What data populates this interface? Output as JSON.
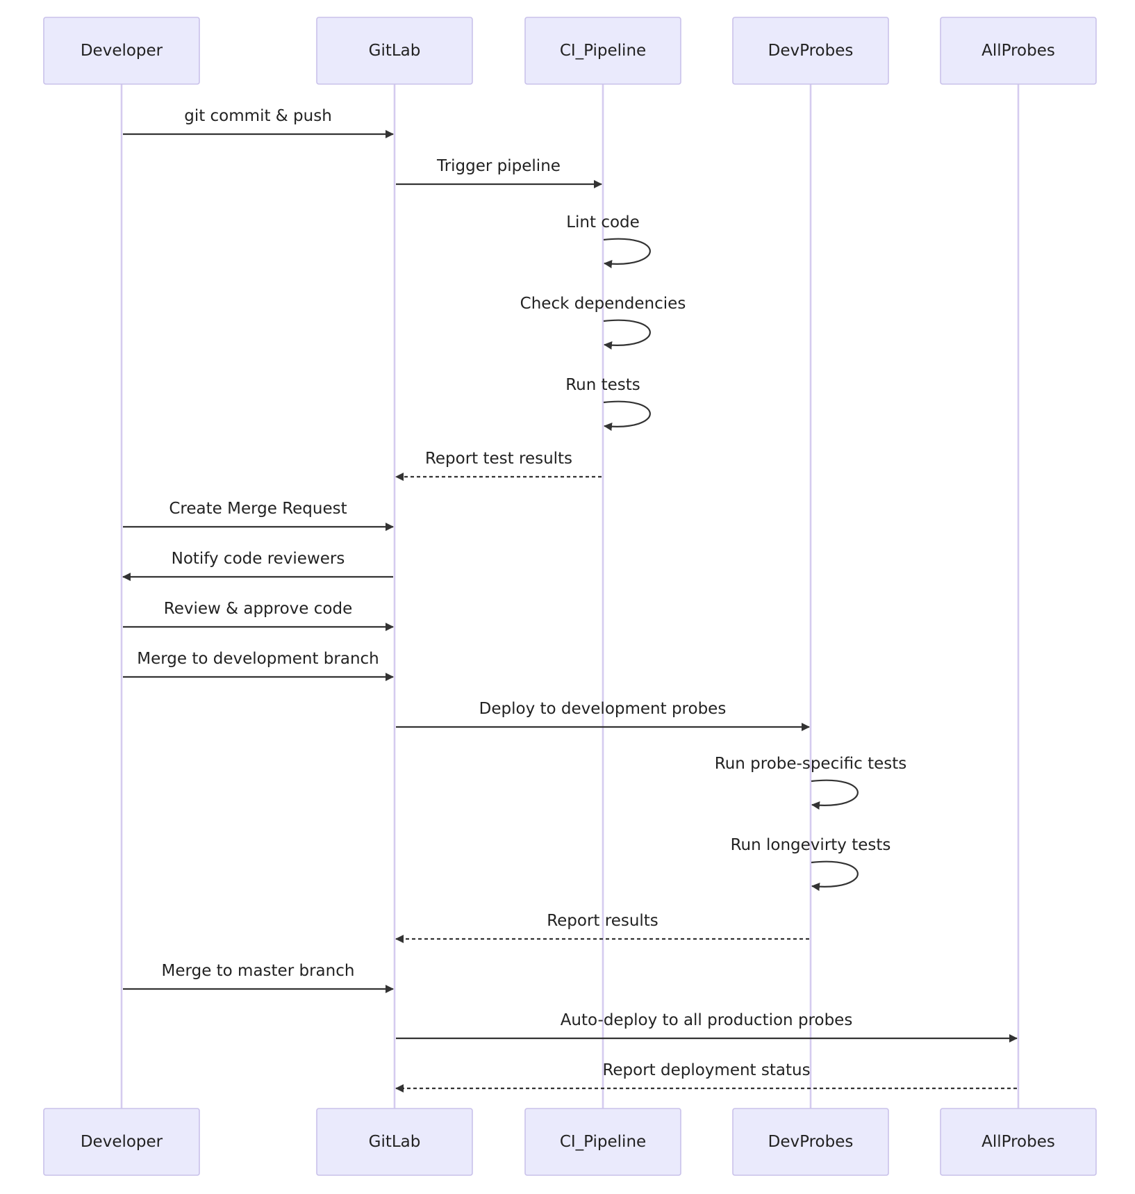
{
  "actors": [
    {
      "id": "Developer",
      "label": "Developer"
    },
    {
      "id": "GitLab",
      "label": "GitLab"
    },
    {
      "id": "CI_Pipeline",
      "label": "CI_Pipeline"
    },
    {
      "id": "DevProbes",
      "label": "DevProbes"
    },
    {
      "id": "AllProbes",
      "label": "AllProbes"
    }
  ],
  "messages": [
    {
      "from": "Developer",
      "to": "GitLab",
      "text": "git commit & push",
      "style": "solid"
    },
    {
      "from": "GitLab",
      "to": "CI_Pipeline",
      "text": "Trigger pipeline",
      "style": "solid"
    },
    {
      "from": "CI_Pipeline",
      "to": "CI_Pipeline",
      "text": "Lint code",
      "style": "solid"
    },
    {
      "from": "CI_Pipeline",
      "to": "CI_Pipeline",
      "text": "Check dependencies",
      "style": "solid"
    },
    {
      "from": "CI_Pipeline",
      "to": "CI_Pipeline",
      "text": "Run tests",
      "style": "solid"
    },
    {
      "from": "CI_Pipeline",
      "to": "GitLab",
      "text": "Report test results",
      "style": "dashed"
    },
    {
      "from": "Developer",
      "to": "GitLab",
      "text": "Create Merge Request",
      "style": "solid"
    },
    {
      "from": "GitLab",
      "to": "Developer",
      "text": "Notify code reviewers",
      "style": "solid"
    },
    {
      "from": "Developer",
      "to": "GitLab",
      "text": "Review & approve code",
      "style": "solid"
    },
    {
      "from": "Developer",
      "to": "GitLab",
      "text": "Merge to development branch",
      "style": "solid"
    },
    {
      "from": "GitLab",
      "to": "DevProbes",
      "text": "Deploy to development probes",
      "style": "solid"
    },
    {
      "from": "DevProbes",
      "to": "DevProbes",
      "text": "Run probe-specific tests",
      "style": "solid"
    },
    {
      "from": "DevProbes",
      "to": "DevProbes",
      "text": "Run longevirty tests",
      "style": "solid"
    },
    {
      "from": "DevProbes",
      "to": "GitLab",
      "text": "Report results",
      "style": "dashed"
    },
    {
      "from": "Developer",
      "to": "GitLab",
      "text": "Merge to master branch",
      "style": "solid"
    },
    {
      "from": "GitLab",
      "to": "AllProbes",
      "text": "Auto-deploy to all production probes",
      "style": "solid"
    },
    {
      "from": "AllProbes",
      "to": "GitLab",
      "text": "Report deployment status",
      "style": "dashed"
    }
  ]
}
